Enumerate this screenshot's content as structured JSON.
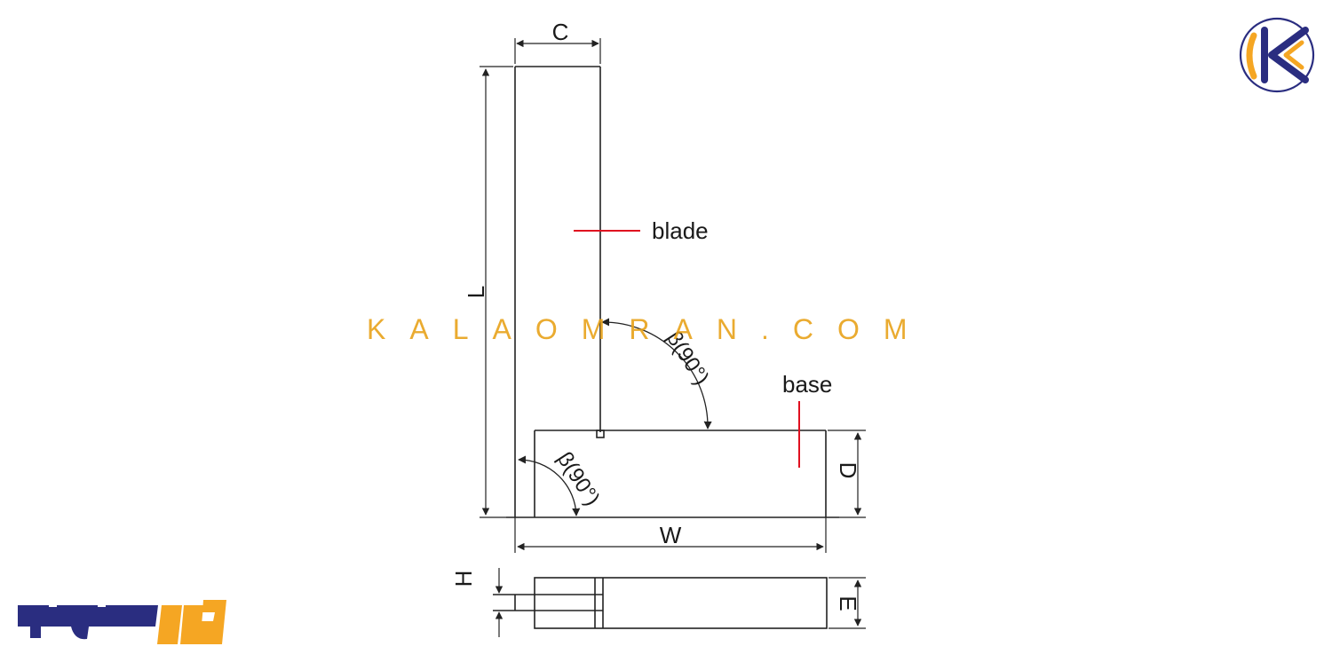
{
  "diagram": {
    "dimensions": {
      "C": "C",
      "L": "L",
      "D": "D",
      "W": "W",
      "H": "H",
      "E": "E"
    },
    "parts": {
      "blade": "blade",
      "base": "base"
    },
    "angles": {
      "inner": "β(90°)",
      "outer": "β(90°)"
    }
  },
  "watermark": {
    "text": "KALAOMRAN.COM"
  },
  "colors": {
    "line": "#222222",
    "leader": "#e01020",
    "watermark": "#e8a21a",
    "logo_navy": "#2a2d80",
    "logo_orange": "#f5a623"
  },
  "logos": {
    "corner_badge_icon": "kalaomran-k-badge-icon",
    "wordmark": "کالاعمران"
  }
}
